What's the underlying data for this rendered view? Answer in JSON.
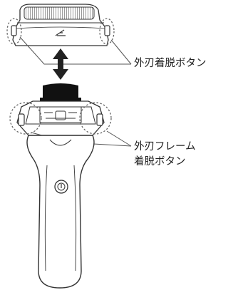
{
  "callouts": {
    "outer_blade_release": "外刃着脱ボタン",
    "frame_release_line1": "外刃フレーム",
    "frame_release_line2": "着脱ボタン"
  },
  "icons": {
    "arrow": "double-vertical-arrow-icon",
    "power": "power-button-icon"
  },
  "colors": {
    "stroke": "#333333",
    "dotted": "#666666"
  }
}
